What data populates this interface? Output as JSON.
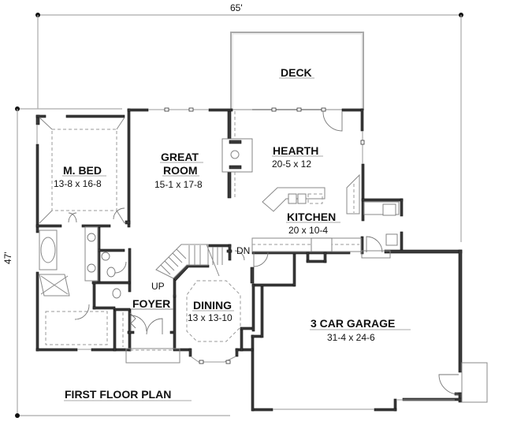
{
  "plan": {
    "title": "FIRST FLOOR PLAN",
    "overall_width": "65'",
    "overall_depth": "47'",
    "rooms": [
      {
        "name": "DECK",
        "size": ""
      },
      {
        "name": "M. BED",
        "size": "13-8 x 16-8"
      },
      {
        "name": "GREAT",
        "name2": "ROOM",
        "size": "15-1 x 17-8"
      },
      {
        "name": "HEARTH",
        "size": "20-5 x 12"
      },
      {
        "name": "KITCHEN",
        "size": "20 x 10-4"
      },
      {
        "name": "FOYER",
        "size": ""
      },
      {
        "name": "DINING",
        "size": "13 x 13-10"
      },
      {
        "name": "3 CAR GARAGE",
        "size": "31-4 x 24-6"
      }
    ],
    "stair_labels": {
      "up": "UP",
      "down": "DN"
    }
  }
}
